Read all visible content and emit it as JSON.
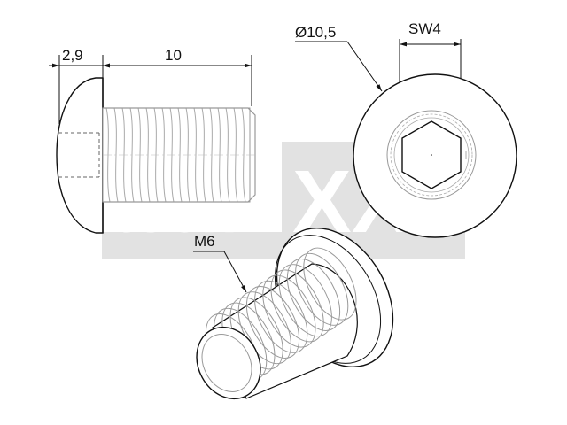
{
  "watermark": {
    "brand": "techXXL",
    "color": "#d9d9d9"
  },
  "side_view": {
    "head_height_label": "2,9",
    "thread_length_label": "10"
  },
  "top_view": {
    "head_diameter_label": "Ø10,5",
    "hex_size_label": "SW4"
  },
  "iso_view": {
    "thread_label": "M6"
  },
  "colors": {
    "line": "#111111",
    "thread_line": "#999999"
  }
}
